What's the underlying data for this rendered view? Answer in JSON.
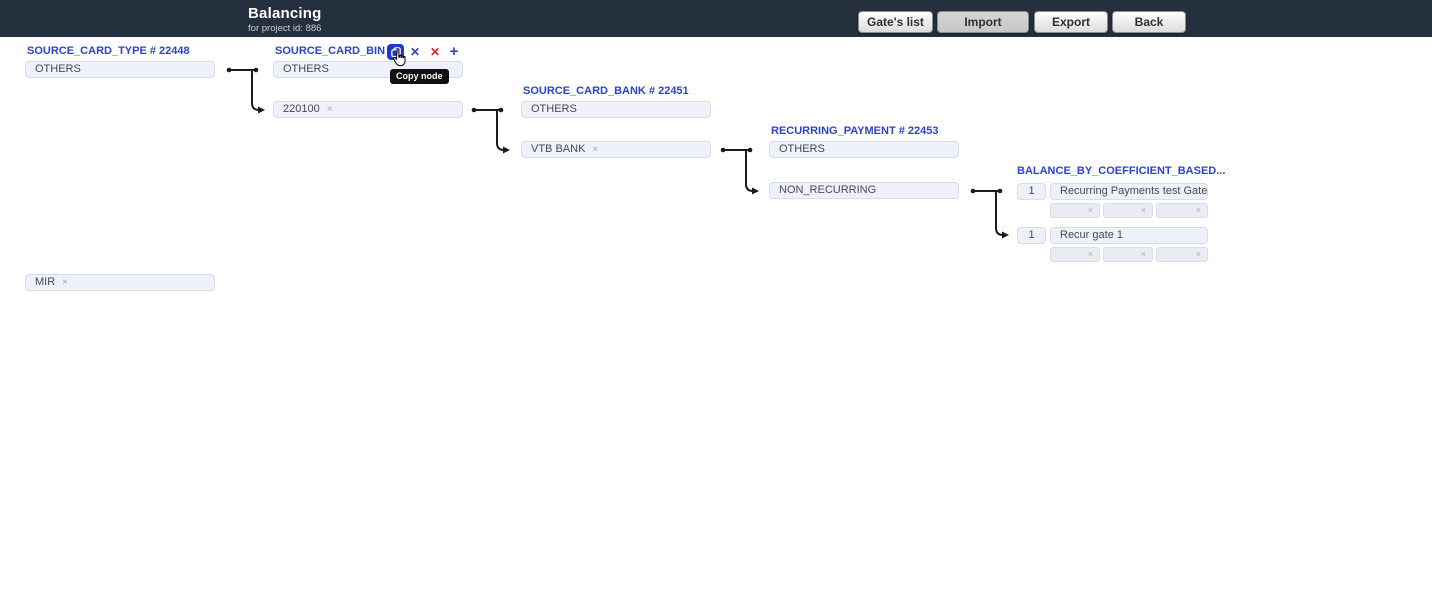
{
  "header": {
    "title": "Balancing",
    "subtitle": "for project id: 886",
    "buttons": {
      "gates_list": "Gate's list",
      "import": "Import",
      "export": "Export",
      "back": "Back"
    }
  },
  "node_toolbar": {
    "copy_tooltip": "Copy node"
  },
  "glyphs": {
    "cut": "✕",
    "delete": "✕",
    "add": "+",
    "chip_remove": "×"
  },
  "tree": {
    "columns": [
      {
        "label": "SOURCE_CARD_TYPE # 22448",
        "nodes": [
          {
            "text": "OTHERS",
            "removable": false
          },
          {
            "text": "MIR",
            "removable": true
          }
        ]
      },
      {
        "label": "SOURCE_CARD_BIN ...",
        "nodes": [
          {
            "text": "OTHERS",
            "removable": false
          },
          {
            "text": "220100",
            "removable": true
          }
        ]
      },
      {
        "label": "SOURCE_CARD_BANK # 22451",
        "nodes": [
          {
            "text": "OTHERS",
            "removable": false
          },
          {
            "text": "VTB BANK",
            "removable": true
          }
        ]
      },
      {
        "label": "RECURRING_PAYMENT # 22453",
        "nodes": [
          {
            "text": "OTHERS",
            "removable": false
          },
          {
            "text": "NON_RECURRING",
            "removable": false
          }
        ]
      },
      {
        "label": "BALANCE_BY_COEFFICIENT_BASED...",
        "gates": [
          {
            "coefficient": "1",
            "name": "Recurring Payments test Gate"
          },
          {
            "coefficient": "1",
            "name": "Recur gate 1"
          }
        ]
      }
    ]
  },
  "colors": {
    "header_bg": "#25303e",
    "label_blue": "#2c44cd",
    "copy_button_bg": "#1c38d4",
    "delete_red": "#dc2333",
    "node_bg": "#eef0fa",
    "tooltip_bg": "#101010"
  }
}
